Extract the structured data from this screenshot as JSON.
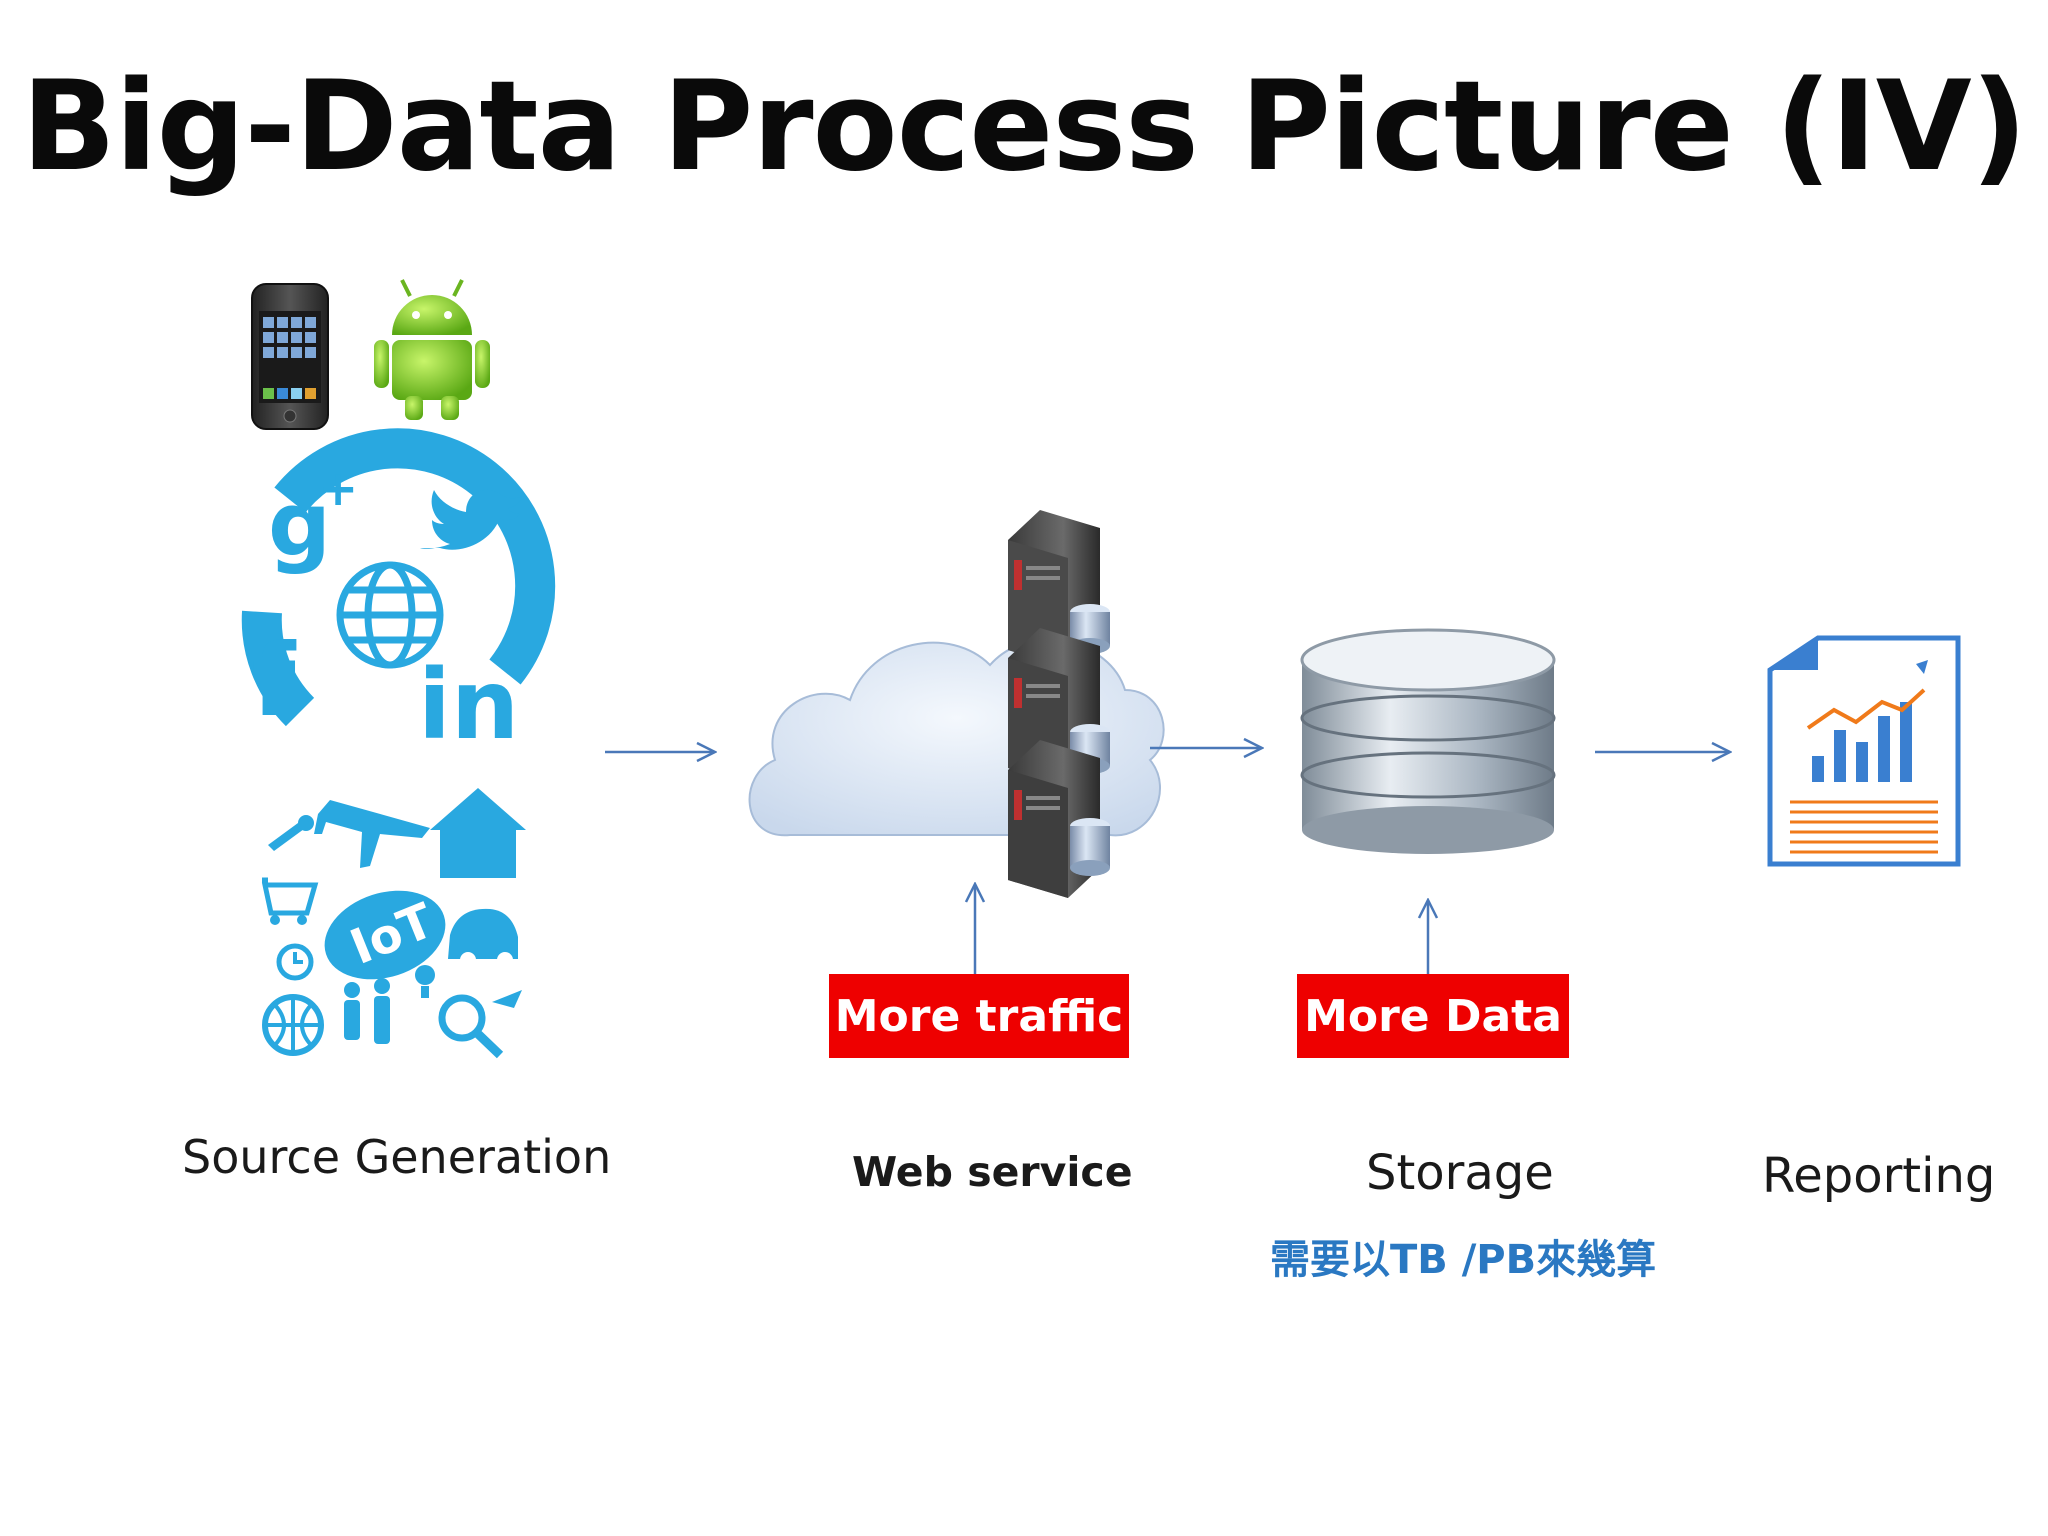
{
  "title": "Big-Data Process Picture (IV)",
  "stages": {
    "source": "Source Generation",
    "web": "Web service",
    "storage": "Storage",
    "reporting": "Reporting"
  },
  "badges": {
    "traffic": "More traffic",
    "data": "More Data"
  },
  "storage_note": "需要以TB /PB來幾算",
  "iot_badge": "IoT",
  "colors": {
    "arrow": "#4a78b8",
    "badge": "#ee0000",
    "note": "#2a78c2",
    "social": "#29a8e0"
  },
  "icons": [
    "iphone-icon",
    "android-icon",
    "google-plus-icon",
    "twitter-bird-icon",
    "globe-icon",
    "facebook-icon",
    "linkedin-icon",
    "iot-icon",
    "cloud-icon",
    "server-rack-icon",
    "database-icon",
    "report-chart-icon"
  ]
}
